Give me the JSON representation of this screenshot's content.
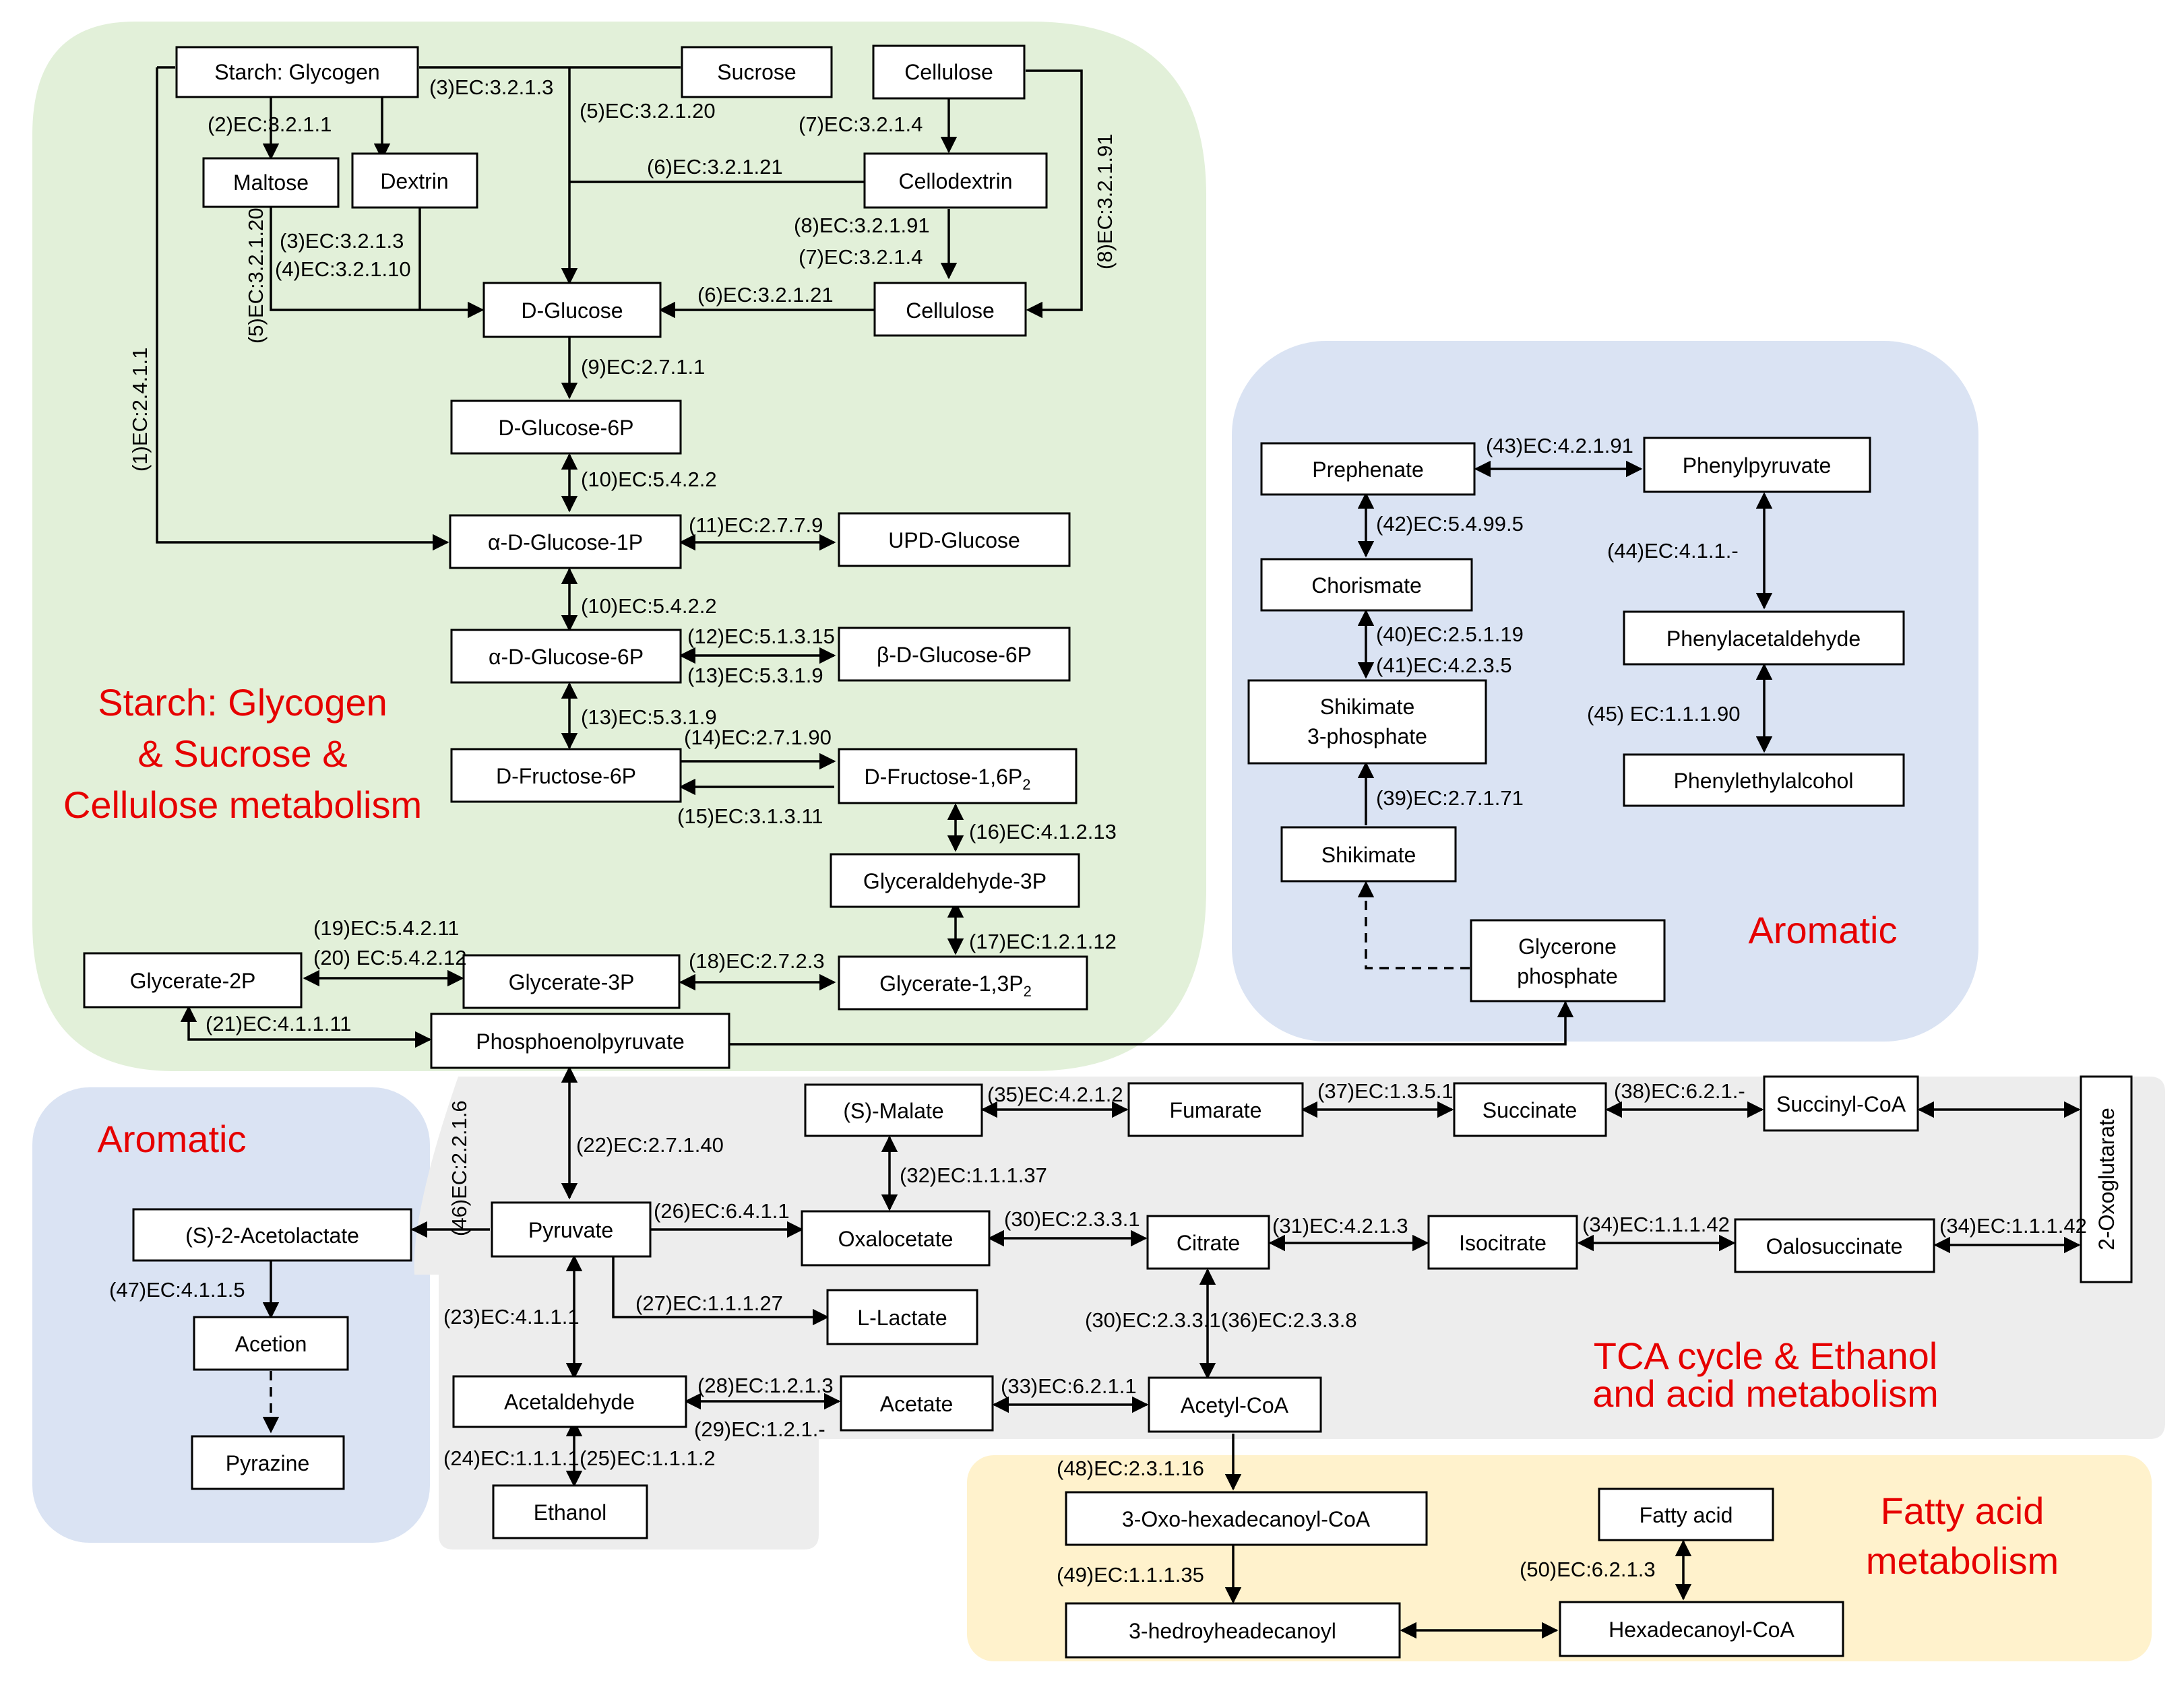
{
  "regions": {
    "carb": {
      "title_lines": [
        "Starch: Glycogen",
        "& Sucrose &",
        "Cellulose metabolism"
      ],
      "color": "#e2f0d9"
    },
    "aromatic_right": {
      "title_lines": [
        "Aromatic"
      ],
      "color": "#dae3f3"
    },
    "aromatic_left": {
      "title_lines": [
        "Aromatic"
      ],
      "color": "#dae3f3"
    },
    "tca": {
      "title_lines": [
        "TCA cycle & Ethanol",
        "and acid metabolism"
      ],
      "color": "#ededed"
    },
    "fatty": {
      "title_lines": [
        "Fatty acid",
        "metabolism"
      ],
      "color": "#fff2cc"
    }
  },
  "title_color": "#e60000",
  "nodes": {
    "starch": "Starch: Glycogen",
    "sucrose": "Sucrose",
    "cellulose_top": "Cellulose",
    "maltose": "Maltose",
    "dextrin": "Dextrin",
    "cellodextrin": "Cellodextrin",
    "dglucose": "D-Glucose",
    "cellulose_mid": "Cellulose",
    "dglucose6p": "D-Glucose-6P",
    "aglucose1p": "α-D-Glucose-1P",
    "updglucose": "UPD-Glucose",
    "aglucose6p": "α-D-Glucose-6P",
    "bglucose6p": "β-D-Glucose-6P",
    "dfructose6p": "D-Fructose-6P",
    "dfructose16p": [
      "D-Fructose-1,6P",
      "2"
    ],
    "glyceraldehyde3p": "Glyceraldehyde-3P",
    "glycerate2p": "Glycerate-2P",
    "glycerate3p": "Glycerate-3P",
    "glycerate13p": [
      "Glycerate-1,3P",
      "2"
    ],
    "pep": "Phosphoenolpyruvate",
    "prephenate": "Prephenate",
    "phenylpyruvate": "Phenylpyruvate",
    "chorismate": "Chorismate",
    "phenylacetaldehyde": "Phenylacetaldehyde",
    "shikimate3p": [
      "Shikimate",
      "3-phosphate"
    ],
    "phenylethylalcohol": "Phenylethylalcohol",
    "shikimate": "Shikimate",
    "glycerone": [
      "Glycerone",
      "phosphate"
    ],
    "s_malate": "(S)-Malate",
    "fumarate": "Fumarate",
    "succinate": "Succinate",
    "succinylcoa": "Succinyl-CoA",
    "oxoglutarate": "2-Oxoglutarate",
    "acetolactate": "(S)-2-Acetolactate",
    "pyruvate": "Pyruvate",
    "oxalocetate": "Oxalocetate",
    "citrate": "Citrate",
    "isocitrate": "Isocitrate",
    "oalosuccinate": "Oalosuccinate",
    "acetion": "Acetion",
    "llactate": "L-Lactate",
    "acetaldehyde": "Acetaldehyde",
    "acetate": "Acetate",
    "acetylcoa": "Acetyl-CoA",
    "pyrazine": "Pyrazine",
    "ethanol": "Ethanol",
    "oxohexadecanoyl": "3-Oxo-hexadecanoyl-CoA",
    "fattyacid": "Fatty acid",
    "hydroxy": "3-hedroyheadecanoyl",
    "hexadecanoylcoa": "Hexadecanoyl-CoA"
  },
  "ec_labels": {
    "e1": "(1)EC:2.4.1.1",
    "e2": "(2)EC:3.2.1.1",
    "e3a": "(3)EC:3.2.1.3",
    "e3b": "(3)EC:3.2.1.3",
    "e4": "(4)EC:3.2.1.10",
    "e5a": "(5)EC:3.2.1.20",
    "e5b": "(5)EC:3.2.1.20",
    "e6a": "(6)EC:3.2.1.21",
    "e6b": "(6)EC:3.2.1.21",
    "e7a": "(7)EC:3.2.1.4",
    "e7b": "(7)EC:3.2.1.4",
    "e8a": "(8)EC:3.2.1.91",
    "e8b": "(8)EC:3.2.1.91",
    "e9": "(9)EC:2.7.1.1",
    "e10a": "(10)EC:5.4.2.2",
    "e10b": "(10)EC:5.4.2.2",
    "e11": "(11)EC:2.7.7.9",
    "e12": "(12)EC:5.1.3.15",
    "e13a": "(13)EC:5.3.1.9",
    "e13b": "(13)EC:5.3.1.9",
    "e14": "(14)EC:2.7.1.90",
    "e15": "(15)EC:3.1.3.11",
    "e16": "(16)EC:4.1.2.13",
    "e17": "(17)EC:1.2.1.12",
    "e18": "(18)EC:2.7.2.3",
    "e19": "(19)EC:5.4.2.11",
    "e20": "(20) EC:5.4.2.12",
    "e21": "(21)EC:4.1.1.11",
    "e22": "(22)EC:2.7.1.40",
    "e23": "(23)EC:4.1.1.1",
    "e24": "(24)EC:1.1.1.1",
    "e25": "(25)EC:1.1.1.2",
    "e26": "(26)EC:6.4.1.1",
    "e27": "(27)EC:1.1.1.27",
    "e28": "(28)EC:1.2.1.3",
    "e29": "(29)EC:1.2.1.-",
    "e30a": "(30)EC:2.3.3.1",
    "e30b": "(30)EC:2.3.3.1",
    "e31": "(31)EC:4.2.1.3",
    "e32": "(32)EC:1.1.1.37",
    "e33": "(33)EC:6.2.1.1",
    "e34a": "(34)EC:1.1.1.42",
    "e34b": "(34)EC:1.1.1.42",
    "e35": "(35)EC:4.2.1.2",
    "e36": "(36)EC:2.3.3.8",
    "e37": "(37)EC:1.3.5.1",
    "e38": "(38)EC:6.2.1.-",
    "e39": "(39)EC:2.7.1.71",
    "e40": "(40)EC:2.5.1.19",
    "e41": "(41)EC:4.2.3.5",
    "e42": "(42)EC:5.4.99.5",
    "e43": "(43)EC:4.2.1.91",
    "e44": "(44)EC:4.1.1.-",
    "e45": "(45) EC:1.1.1.90",
    "e46": "(46)EC:2.2.1.6",
    "e47": "(47)EC:4.1.1.5",
    "e48": "(48)EC:2.3.1.16",
    "e49": "(49)EC:1.1.1.35",
    "e50": "(50)EC:6.2.1.3"
  }
}
